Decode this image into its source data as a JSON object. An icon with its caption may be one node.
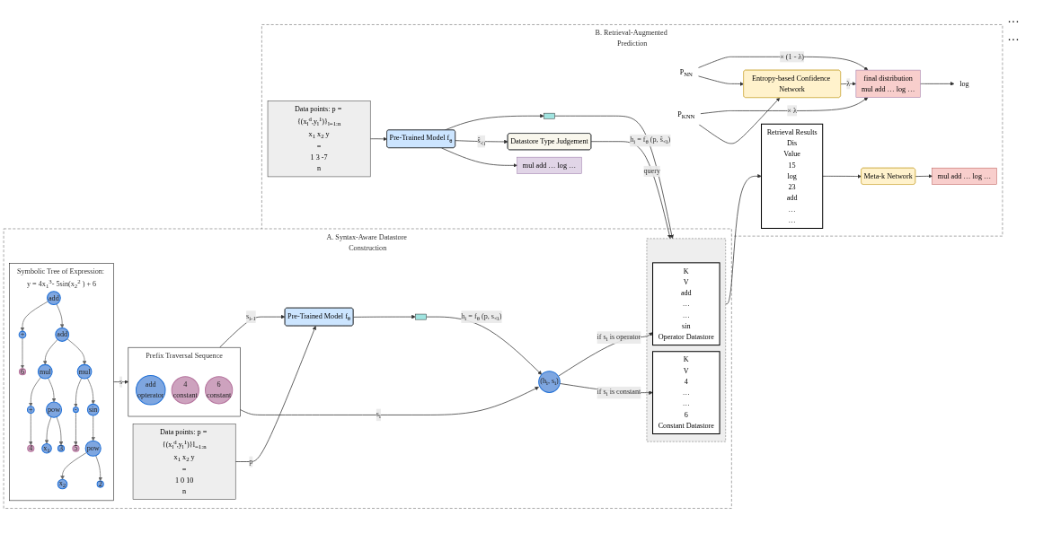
{
  "diagram": {
    "nodes": [
      {
        "text": [
          "A. Syntax-Aware Datastore Construction"
        ]
      },
      {
        "text": [
          "Symbolic Tree of Expression: y = 4x$_{1}$$^{3}$- 5sin(x$_{2}$$^{2}$ ) + 6"
        ],
        "in": 0
      },
      {
        "text": [
          "add"
        ],
        "in": 1
      },
      {
        "text": [
          "add"
        ],
        "in": 1
      },
      {
        "text": [
          "+"
        ],
        "in": 1
      },
      {
        "text": [
          "mul"
        ],
        "in": 1
      },
      {
        "text": [
          "mul"
        ],
        "in": 1
      },
      {
        "text": [
          "6"
        ],
        "in": 1
      },
      {
        "text": [
          "+"
        ],
        "in": 1
      },
      {
        "text": [
          "pow"
        ],
        "in": 1
      },
      {
        "text": [
          "-"
        ],
        "in": 1
      },
      {
        "text": [
          "sin"
        ],
        "in": 1
      },
      {
        "text": [
          "4"
        ],
        "in": 1
      },
      {
        "text": [
          "x$_{1}$"
        ],
        "in": 1
      },
      {
        "text": [
          "3"
        ],
        "in": 1
      },
      {
        "text": [
          "5"
        ],
        "in": 1
      },
      {
        "text": [
          "pow"
        ],
        "in": 1
      },
      {
        "text": [
          "x$_{2}$"
        ],
        "in": 1
      },
      {
        "text": [
          "2"
        ],
        "in": 1
      },
      {
        "text": [
          "Data points: p = {(x$_{l}$$^{d}$,y$_{l}$$^{1}$)}l$_{=1:n}$",
          "x$_{1}$ x$_{2}$ y",
          "=",
          "1 0 10",
          "n"
        ],
        "in": 0
      },
      {
        "text": [
          "Prefix Traversal Sequence"
        ],
        "in": 0
      },
      {
        "text": [
          "add",
          "opterator"
        ],
        "in": 20
      },
      {
        "text": [
          "4",
          "constant"
        ],
        "in": 20
      },
      {
        "text": [
          "6",
          "constant"
        ],
        "in": 20
      },
      {
        "text": [
          "Pre-Trained Model f$_{θ}$"
        ],
        "in": 0
      },
      {
        "text": [],
        "shape": "box",
        "in": 0
      },
      {
        "text": [
          "(h$_{i}$, s$_{i}$)"
        ],
        "in": 0
      },
      {
        "text": [],
        "shape": "box",
        "in": 0
      },
      {
        "text": [
          "K",
          "V",
          "add",
          "…",
          "…",
          "sin",
          "Operator Datastore"
        ],
        "in": 27
      },
      {
        "text": [
          "K",
          "V",
          "4",
          "…",
          "…",
          "6",
          "Constant Datastore"
        ],
        "in": 27
      },
      {
        "text": [
          "B. Retrieval-Augmented Prediction"
        ]
      },
      {
        "text": [
          "Data points: p = {(x$_{l}$$^{d}$,y$_{l}$$^{1}$)}$_{l=1:n}$",
          "x$_{1}$ x$_{2}$ y",
          "=",
          "1 3 -7",
          "n"
        ],
        "in": 30
      },
      {
        "text": [
          "Pre-Trained Model f$_{θ}$"
        ],
        "in": 30
      },
      {
        "text": [],
        "shape": "box",
        "in": 30
      },
      {
        "text": [
          "Datastore Type Judgement"
        ],
        "in": 30
      },
      {
        "text": [
          "Retrieval Results",
          "Dis",
          "Value",
          "15",
          "log",
          "23",
          "add",
          "…",
          "…"
        ],
        "in": 30
      },
      {
        "text": [
          "Meta-k Network"
        ],
        "in": 30
      },
      {
        "text": [
          "P$_{NN}$"
        ],
        "in": 30
      },
      {
        "text": [
          "P$_{KNN}$"
        ],
        "in": 30
      },
      {
        "text": [
          "mul add … log …"
        ],
        "in": 30
      },
      {
        "text": [
          "mul add … log …"
        ],
        "in": 30
      },
      {
        "text": [
          "final distribution",
          "mul add … log …"
        ],
        "in": 30
      },
      {
        "text": [
          "Entropy-based Confidence Network"
        ],
        "in": 30
      },
      {
        "text": [
          "log"
        ],
        "in": 30
      }
    ],
    "edges": [
      {
        "from": 2,
        "to": 3,
        "arrow": "to",
        "color": "#666666"
      },
      {
        "from": 2,
        "to": 4,
        "arrow": "to",
        "color": "#666666"
      },
      {
        "from": 4,
        "to": 7,
        "arrow": "to",
        "color": "#666666"
      },
      {
        "from": 3,
        "to": 5,
        "arrow": "to",
        "color": "#666666"
      },
      {
        "from": 3,
        "to": 6,
        "arrow": "to",
        "color": "#666666"
      },
      {
        "from": 5,
        "to": 8,
        "arrow": "to",
        "color": "#666666"
      },
      {
        "from": 5,
        "to": 9,
        "arrow": "to",
        "color": "#666666"
      },
      {
        "from": 6,
        "to": 10,
        "arrow": "to",
        "color": "#666666"
      },
      {
        "from": 6,
        "to": 11,
        "arrow": "to",
        "color": "#666666"
      },
      {
        "from": 8,
        "to": 12,
        "arrow": "to",
        "color": "#666666"
      },
      {
        "from": 9,
        "to": 13,
        "arrow": "to",
        "color": "#666666"
      },
      {
        "from": 9,
        "to": 14,
        "arrow": "to",
        "color": "#666666"
      },
      {
        "from": 10,
        "to": 15,
        "arrow": "to",
        "color": "#666666"
      },
      {
        "from": 11,
        "to": 16,
        "arrow": "to",
        "color": "#666666"
      },
      {
        "from": 16,
        "to": 17,
        "arrow": "to",
        "color": "#666666"
      },
      {
        "from": 16,
        "to": 18,
        "arrow": "to",
        "color": "#666666"
      },
      {
        "from": 1,
        "to": 20,
        "arrow": "to",
        "label": "s"
      },
      {
        "from": 19,
        "to": 24,
        "arrow": "to",
        "label": "p"
      },
      {
        "from": 20,
        "to": 24,
        "arrow": "to",
        "label": "s$_{i-1}$"
      },
      {
        "from": 24,
        "to": 25,
        "arrow": "to"
      },
      {
        "from": 20,
        "to": 26,
        "arrow": "to",
        "label": "s$_{i}$"
      },
      {
        "from": 25,
        "to": 26,
        "arrow": "to",
        "label": "h$_{i}$ = f$_{θ}$ (p, s$_{<i}$)"
      },
      {
        "from": 26,
        "to": 28,
        "arrow": "to",
        "label": "if s$_{i}$ is operator"
      },
      {
        "from": 26,
        "to": 29,
        "arrow": "to",
        "label": "if s$_{i}$ is constant"
      },
      {
        "from": 31,
        "to": 32,
        "arrow": "to"
      },
      {
        "from": 32,
        "to": 33,
        "arrow": "to"
      },
      {
        "from": 32,
        "to": 34,
        "arrow": "to",
        "label": "ŝ$_{<i}$"
      },
      {
        "from": 33,
        "to": 27,
        "arrow": "to",
        "label": "h$_{i}$ = f$_{θ}$ (p, ŝ$_{<i}$)"
      },
      {
        "from": 34,
        "to": 27,
        "arrow": "to",
        "label": "query"
      },
      {
        "from": 27,
        "to": 35,
        "arrow": "to"
      },
      {
        "from": 35,
        "to": 36,
        "arrow": "to"
      },
      {
        "from": 36,
        "to": 40,
        "arrow": "to"
      },
      {
        "from": 32,
        "to": 39,
        "arrow": "to"
      },
      {
        "from": 37,
        "to": 41,
        "arrow": "to",
        "label": "× (1 - λ)"
      },
      {
        "from": 38,
        "to": 41,
        "arrow": "to",
        "label": "× λ"
      },
      {
        "from": 37,
        "to": 42,
        "arrow": "to"
      },
      {
        "from": 38,
        "to": 42,
        "arrow": "to"
      },
      {
        "from": 42,
        "to": 41,
        "arrow": "to",
        "label": "λ"
      },
      {
        "from": 41,
        "to": 43,
        "arrow": "to"
      }
    ],
    "labels": [
      "…",
      "…"
    ]
  }
}
